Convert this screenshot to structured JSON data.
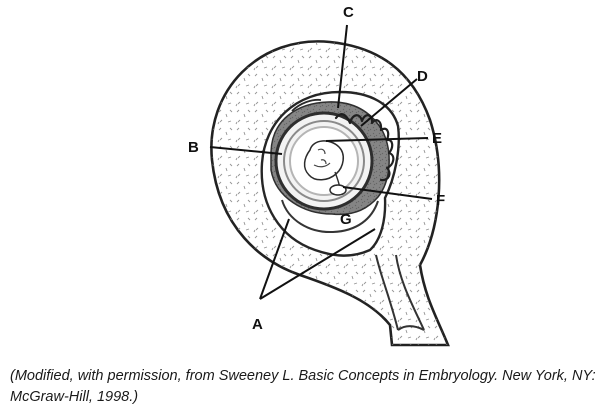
{
  "figure": {
    "labels": {
      "a": "A",
      "b": "B",
      "c": "C",
      "d": "D",
      "e": "E",
      "f": "F",
      "g": "G"
    }
  },
  "caption": {
    "line1": "(Modified, with permission, from Sweeney L. Basic Concepts in Embryology. New York, NY:",
    "line2": "McGraw-Hill, 1998.)"
  }
}
